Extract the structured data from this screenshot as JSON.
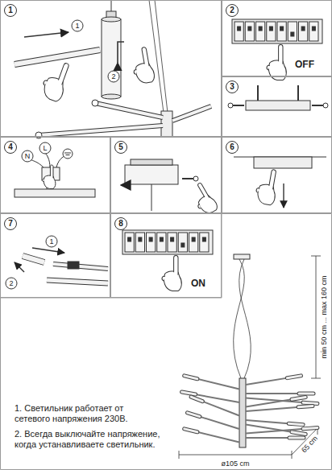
{
  "diagram": {
    "nodes": [
      {
        "text": [
          "1"
        ]
      },
      {
        "text": [
          "2"
        ]
      },
      {
        "text": [
          "3"
        ]
      },
      {
        "text": [
          "4"
        ]
      },
      {
        "text": [
          "5"
        ]
      },
      {
        "text": [
          "6"
        ]
      },
      {
        "text": [
          "7"
        ]
      },
      {
        "text": [
          "8"
        ]
      },
      {
        "text": [
          "1. Светильник работает от сетевого напряжения 230В.",
          "2. Всегда выключайте напряжение, когда устанавливаете светильник."
        ]
      }
    ],
    "labels": [
      "1",
      "2",
      "OFF",
      "N",
      "L",
      "1",
      "2",
      "ON",
      "min 50 cm ... max 160 cm",
      "ø105 cm",
      "65 cm"
    ]
  }
}
